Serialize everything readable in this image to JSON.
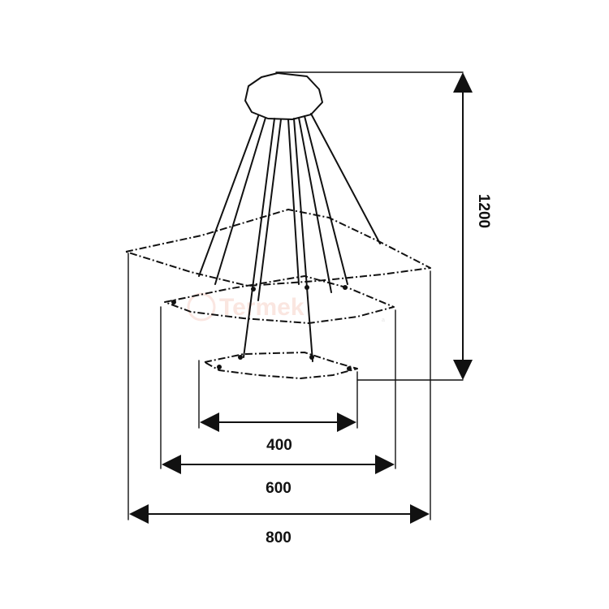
{
  "dimensions": {
    "height_label": "1200",
    "width_small_label": "400",
    "width_medium_label": "600",
    "width_large_label": "800"
  },
  "colors": {
    "line": "#111111",
    "background": "#ffffff"
  }
}
